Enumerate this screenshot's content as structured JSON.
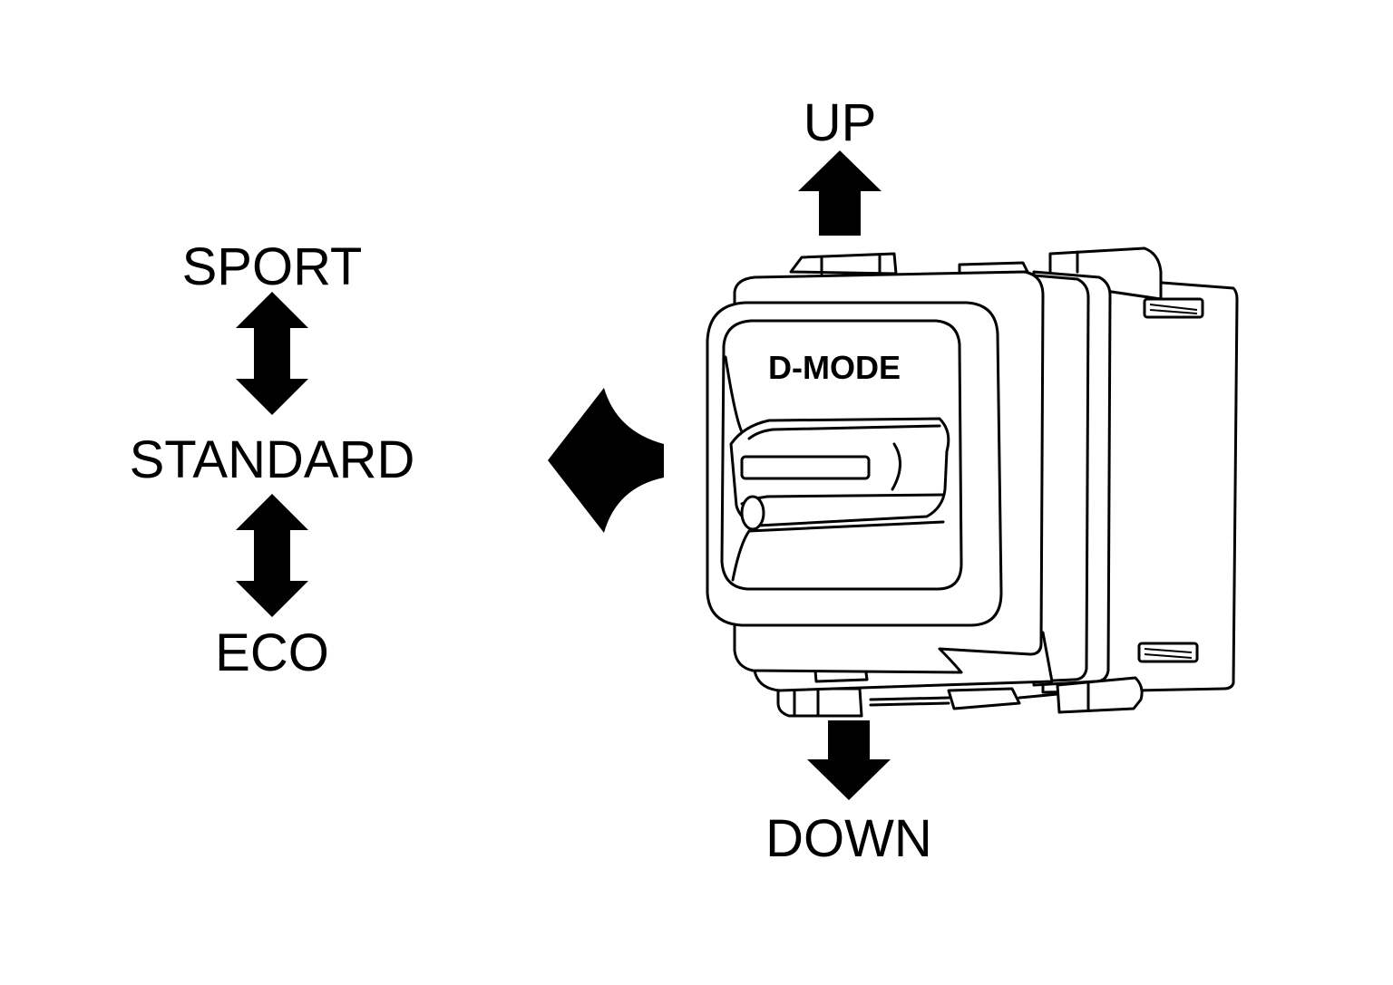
{
  "diagram": {
    "modes": {
      "sport": "SPORT",
      "standard": "STANDARD",
      "eco": "ECO"
    },
    "directions": {
      "up": "UP",
      "down": "DOWN"
    },
    "switch": {
      "label": "D-MODE"
    },
    "colors": {
      "ink": "#000000",
      "paper": "#ffffff"
    }
  }
}
